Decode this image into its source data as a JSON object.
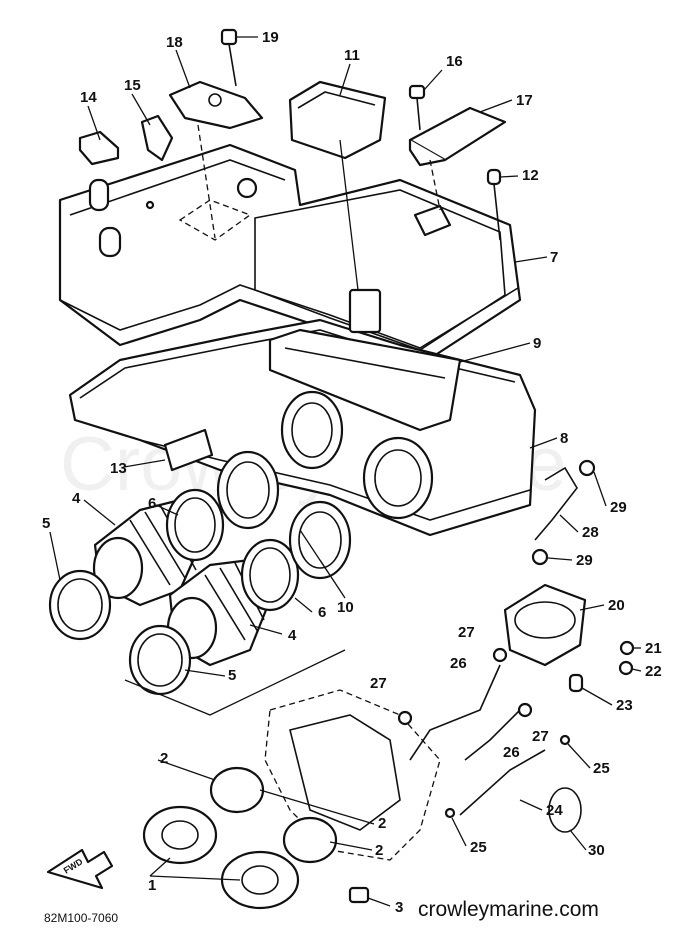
{
  "watermark": "CrowleyMarine",
  "footer": {
    "drawing_code": "82M100-7060",
    "website": "crowleymarine.com"
  },
  "direction_arrow": "FWD",
  "callouts": [
    "1",
    "2",
    "2",
    "2",
    "3",
    "4",
    "4",
    "5",
    "5",
    "6",
    "6",
    "7",
    "8",
    "9",
    "10",
    "11",
    "12",
    "13",
    "14",
    "15",
    "16",
    "17",
    "18",
    "19",
    "20",
    "21",
    "22",
    "23",
    "24",
    "25",
    "25",
    "26",
    "26",
    "27",
    "27",
    "27",
    "28",
    "29",
    "29",
    "30"
  ]
}
